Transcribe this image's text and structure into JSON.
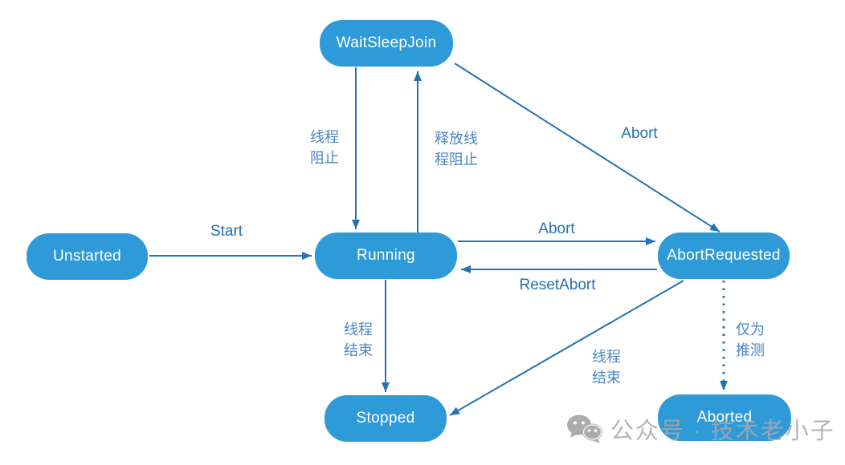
{
  "diagram": {
    "type": "state-diagram",
    "nodes": [
      {
        "id": "waitsleepjoin",
        "label": "WaitSleepJoin"
      },
      {
        "id": "unstarted",
        "label": "Unstarted"
      },
      {
        "id": "running",
        "label": "Running"
      },
      {
        "id": "abortrequested",
        "label": "AbortRequested"
      },
      {
        "id": "stopped",
        "label": "Stopped"
      },
      {
        "id": "aborted",
        "label": "Aborted"
      }
    ],
    "edges": [
      {
        "from": "Unstarted",
        "to": "Running",
        "label": "Start",
        "style": "solid"
      },
      {
        "from": "WaitSleepJoin",
        "to": "Running",
        "label": "线程\n阻止",
        "style": "solid"
      },
      {
        "from": "Running",
        "to": "WaitSleepJoin",
        "label": "释放线\n程阻止",
        "style": "solid"
      },
      {
        "from": "WaitSleepJoin",
        "to": "AbortRequested",
        "label": "Abort",
        "style": "solid"
      },
      {
        "from": "Running",
        "to": "AbortRequested",
        "label": "Abort",
        "style": "solid"
      },
      {
        "from": "AbortRequested",
        "to": "Running",
        "label": "ResetAbort",
        "style": "solid"
      },
      {
        "from": "Running",
        "to": "Stopped",
        "label": "线程\n结束",
        "style": "solid"
      },
      {
        "from": "AbortRequested",
        "to": "Stopped",
        "label": "线程\n结束",
        "style": "solid"
      },
      {
        "from": "AbortRequested",
        "to": "Aborted",
        "label": "仅为\n推测",
        "style": "dotted"
      }
    ],
    "colors": {
      "node_fill": "#2f9ad8",
      "node_text": "#ffffff",
      "edge_stroke": "#2372b5",
      "label_latin": "#2270b5",
      "label_cjk": "#4a86c2",
      "watermark": "#a9a9a9"
    }
  },
  "watermark": {
    "icon": "wechat-icon",
    "text": "公众号 · 技术老小子"
  }
}
